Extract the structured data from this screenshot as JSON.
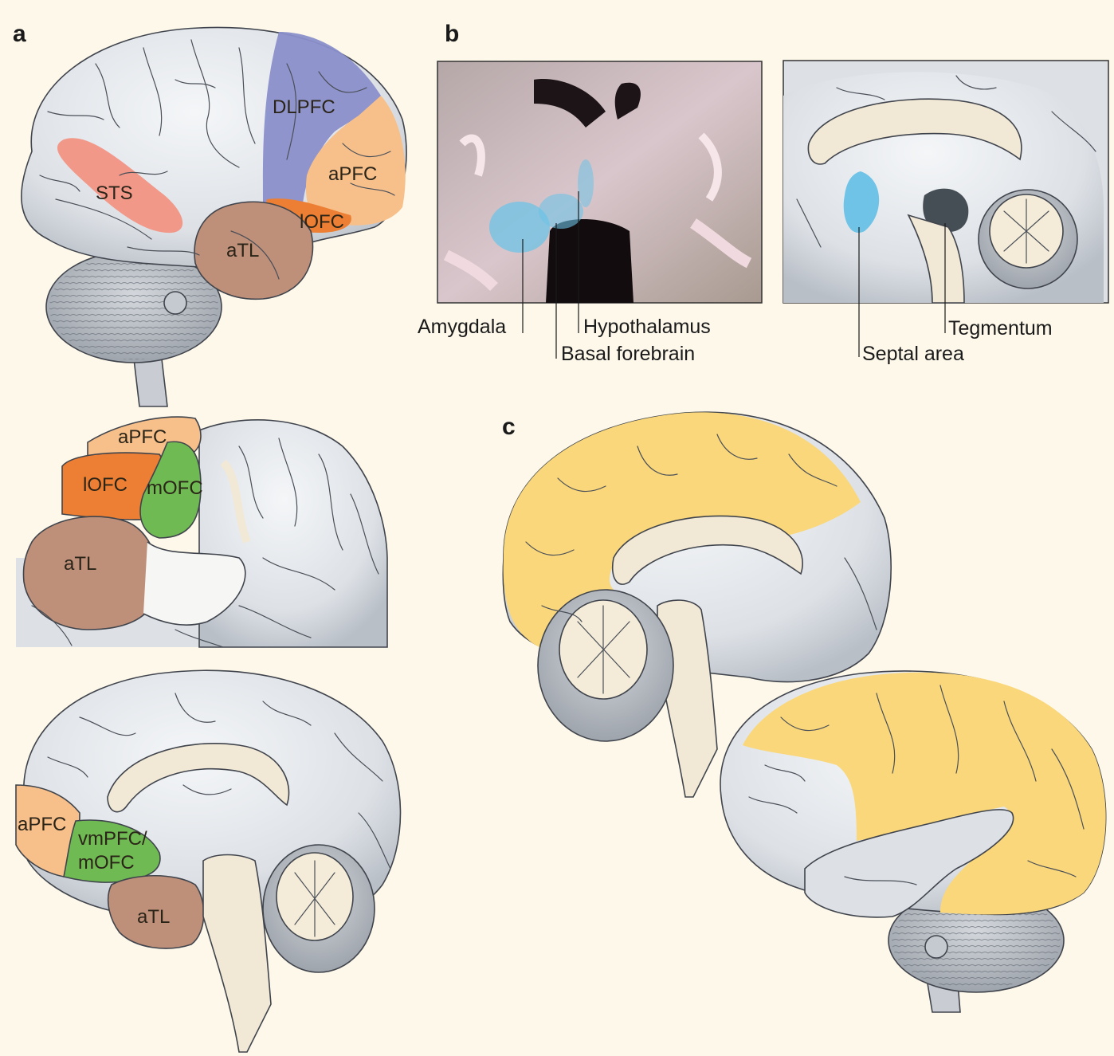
{
  "panels": {
    "a": {
      "letter": "a"
    },
    "b": {
      "letter": "b"
    },
    "c": {
      "letter": "c"
    }
  },
  "lateral_view": {
    "regions": {
      "dlpfc": "DLPFC",
      "apfc": "aPFC",
      "sts": "STS",
      "lofc": "lOFC",
      "atl": "aTL"
    }
  },
  "ventral_view": {
    "regions": {
      "apfc": "aPFC",
      "lofc": "lOFC",
      "mofc": "mOFC",
      "atl": "aTL"
    }
  },
  "medial_view": {
    "regions": {
      "apfc": "aPFC",
      "vmpfc_line1": "vmPFC/",
      "vmpfc_line2": "mOFC",
      "atl": "aTL"
    }
  },
  "section_view": {
    "labels": {
      "amygdala": "Amygdala",
      "hypothalamus": "Hypothalamus",
      "basal_forebrain": "Basal forebrain",
      "tegmentum": "Tegmentum",
      "septal_area": "Septal area"
    }
  },
  "colors": {
    "background": "#fdf8ea",
    "cortex": "#dfe3e8",
    "dlpfc": "#8a8fca",
    "apfc": "#f7c08b",
    "sts": "#f29484",
    "lofc": "#ec7f33",
    "atl": "#bf9079",
    "mofc": "#6fba52",
    "highlight_yellow": "#f9d77a",
    "limbic_blue": "#6ec3e6",
    "tegmentum_dark": "#454d55",
    "white_matter": "#f1e8d6"
  }
}
